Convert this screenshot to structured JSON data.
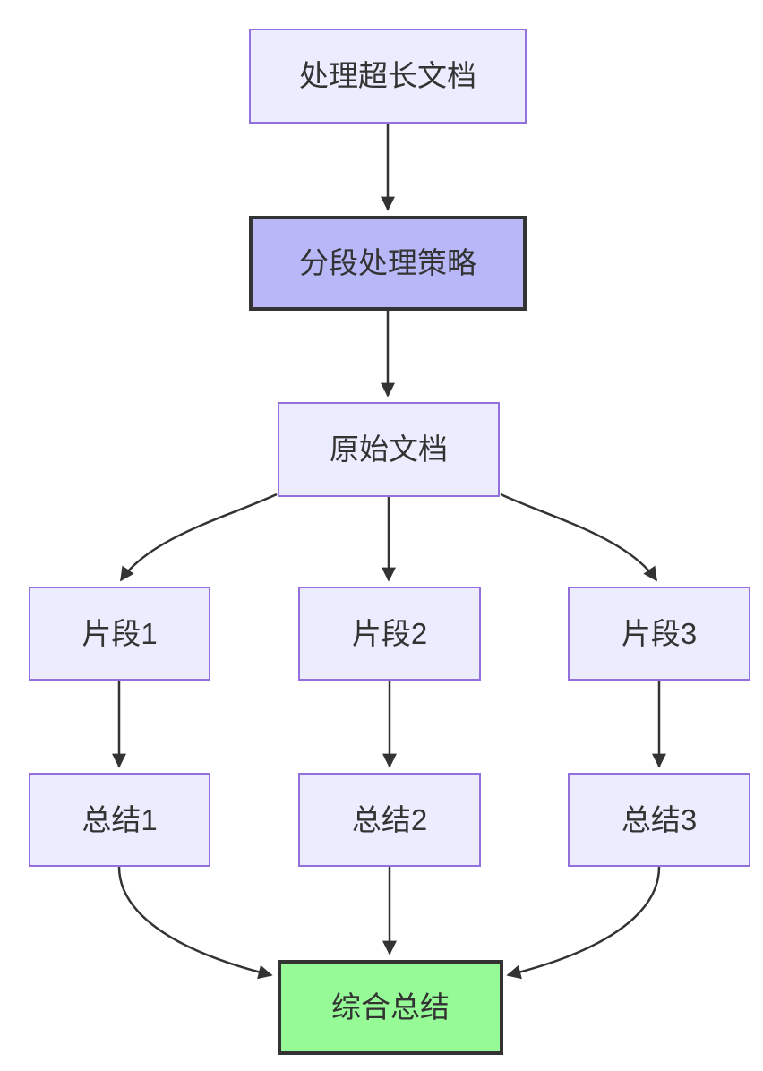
{
  "diagram": {
    "type": "flowchart",
    "direction": "top-down",
    "nodes": [
      {
        "id": "process",
        "label": "处理超长文档",
        "style": "default"
      },
      {
        "id": "strategy",
        "label": "分段处理策略",
        "style": "emphasis"
      },
      {
        "id": "original-doc",
        "label": "原始文档",
        "style": "default"
      },
      {
        "id": "fragment-1",
        "label": "片段1",
        "style": "default"
      },
      {
        "id": "fragment-2",
        "label": "片段2",
        "style": "default"
      },
      {
        "id": "fragment-3",
        "label": "片段3",
        "style": "default"
      },
      {
        "id": "summary-1",
        "label": "总结1",
        "style": "default"
      },
      {
        "id": "summary-2",
        "label": "总结2",
        "style": "default"
      },
      {
        "id": "summary-3",
        "label": "总结3",
        "style": "default"
      },
      {
        "id": "final-summary",
        "label": "综合总结",
        "style": "success"
      }
    ],
    "edges": [
      {
        "from": "process",
        "to": "strategy"
      },
      {
        "from": "strategy",
        "to": "original-doc"
      },
      {
        "from": "original-doc",
        "to": "fragment-1"
      },
      {
        "from": "original-doc",
        "to": "fragment-2"
      },
      {
        "from": "original-doc",
        "to": "fragment-3"
      },
      {
        "from": "fragment-1",
        "to": "summary-1"
      },
      {
        "from": "fragment-2",
        "to": "summary-2"
      },
      {
        "from": "fragment-3",
        "to": "summary-3"
      },
      {
        "from": "summary-1",
        "to": "final-summary"
      },
      {
        "from": "summary-2",
        "to": "final-summary"
      },
      {
        "from": "summary-3",
        "to": "final-summary"
      }
    ],
    "colors": {
      "node_fill": "#ECECFF",
      "node_border": "#9370DB",
      "emphasis_fill": "#B8B8F8",
      "emphasis_border": "#333333",
      "success_fill": "#96FA96",
      "success_border": "#333333",
      "edge_stroke": "#333333",
      "text": "#333333",
      "background": "#FFFFFF"
    }
  }
}
